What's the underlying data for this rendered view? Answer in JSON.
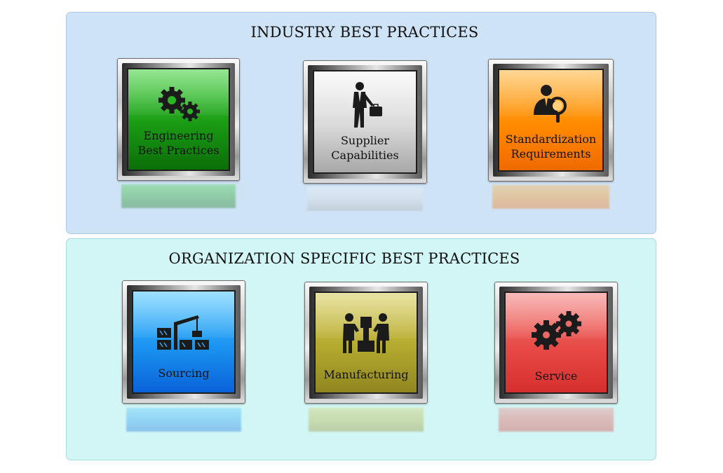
{
  "panels": {
    "industry": {
      "title": "INDUSTRY BEST PRACTICES",
      "tiles": [
        {
          "label_line1": "Engineering",
          "label_line2": "Best Practices",
          "icon": "gears-icon",
          "color": "#1a9a14"
        },
        {
          "label_line1": "Supplier",
          "label_line2": "Capabilities",
          "icon": "businessman-icon",
          "color": "#d8d8d8"
        },
        {
          "label_line1": "Standardization",
          "label_line2": "Requirements",
          "icon": "magnifier-person-icon",
          "color": "#ff8a00"
        }
      ]
    },
    "organization": {
      "title": "ORGANIZATION SPECIFIC BEST PRACTICES",
      "tiles": [
        {
          "label_line1": "Sourcing",
          "icon": "crane-icon",
          "color": "#1a94f0"
        },
        {
          "label_line1": "Manufacturing",
          "icon": "workers-icon",
          "color": "#b3a92e"
        },
        {
          "label_line1": "Service",
          "icon": "gears-icon",
          "color": "#e84a46"
        }
      ]
    }
  },
  "colors": {
    "panel_top_bg": "#cfe3f7",
    "panel_bottom_bg": "#d1f6f5"
  }
}
